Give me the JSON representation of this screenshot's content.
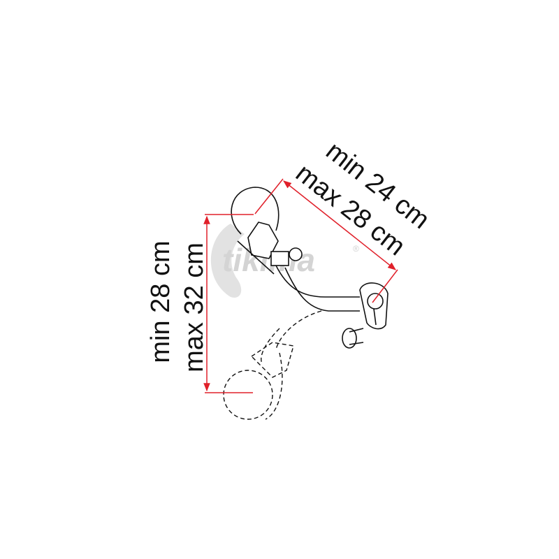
{
  "watermark": {
    "text": "tikima",
    "mark": "®"
  },
  "dimensions": {
    "height": {
      "min": "min 28 cm",
      "max": "max 32 cm"
    },
    "reach": {
      "min": "min 24 cm",
      "max": "max 28 cm"
    }
  },
  "colors": {
    "dimension_line": "#e0202a",
    "drawing": "#111111",
    "watermark": "#d4d4d4"
  }
}
